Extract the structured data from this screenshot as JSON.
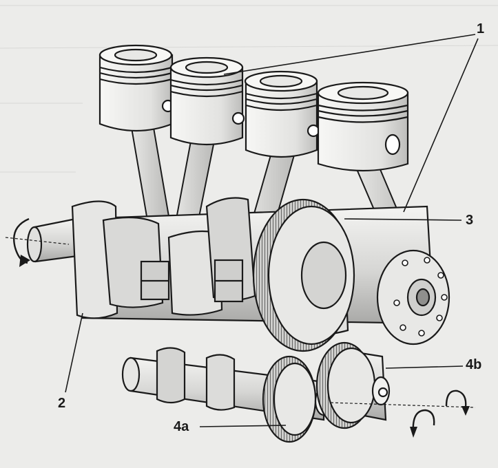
{
  "diagram": {
    "callouts": {
      "c1": "1",
      "c2": "2",
      "c3": "3",
      "c4a": "4a",
      "c4b": "4b"
    },
    "colors": {
      "background": "#ececea",
      "metal_light": "#f4f4f2",
      "metal_mid": "#d4d4d2",
      "metal_dark": "#a8a8a6",
      "line": "#1a1a1a"
    }
  }
}
